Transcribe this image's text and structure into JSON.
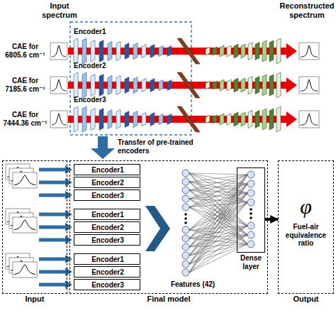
{
  "diagram": {
    "nodes": [
      {
        "text": [
          "Input"
        ]
      },
      {
        "text": [
          "Final model"
        ]
      },
      {
        "text": [
          "φ",
          "Fuel-air equivalence ratio",
          "Output"
        ]
      },
      {
        "text": [
          "Encoder1"
        ],
        "in": 1
      },
      {
        "text": [
          "Encoder2"
        ],
        "in": 1
      },
      {
        "text": [
          "Encoder3"
        ],
        "in": 1
      },
      {
        "text": [
          "Encoder1"
        ],
        "in": 1
      },
      {
        "text": [
          "Encoder2"
        ],
        "in": 1
      },
      {
        "text": [
          "Encoder3"
        ],
        "in": 1
      },
      {
        "text": [
          "Encoder1"
        ],
        "in": 1
      },
      {
        "text": [
          "Encoder2"
        ],
        "in": 1
      },
      {
        "text": [
          "Encoder3"
        ],
        "in": 1
      },
      {
        "text": [
          "Dense layer"
        ],
        "in": 1
      }
    ],
    "edges": [
      {
        "from": 12,
        "to": 2,
        "arrow": "to"
      }
    ],
    "labels": [
      "Input spectrum",
      "Reconstructed spectrum",
      "CAE for 6805.6 cm⁻¹",
      "CAE for 7185.6 cm⁻¹",
      "CAE for 7444.36 cm⁻¹",
      "Encoder1",
      "Encoder2",
      "Encoder3",
      "Transfer of pre-trained encoders",
      "Features (42)"
    ]
  }
}
